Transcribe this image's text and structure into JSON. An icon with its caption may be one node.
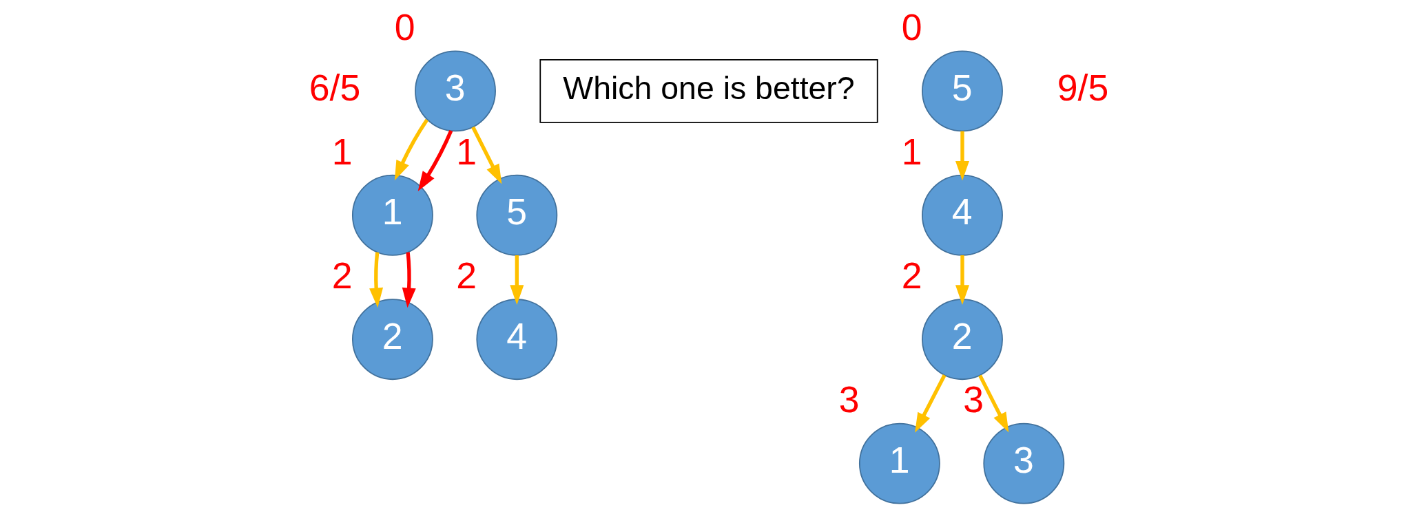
{
  "diagram": {
    "nodes": [
      {
        "text": [
          "3"
        ],
        "beside": [
          "0"
        ]
      },
      {
        "text": [
          "1"
        ],
        "beside": [
          "1"
        ]
      },
      {
        "text": [
          "5"
        ],
        "beside": [
          "1"
        ]
      },
      {
        "text": [
          "2"
        ],
        "beside": [
          "2"
        ]
      },
      {
        "text": [
          "4"
        ],
        "beside": [
          "2"
        ]
      },
      {
        "text": [
          "Which one is better?"
        ]
      },
      {
        "text": [
          "5"
        ],
        "beside": [
          "0"
        ]
      },
      {
        "text": [
          "4"
        ],
        "beside": [
          "1"
        ]
      },
      {
        "text": [
          "2"
        ],
        "beside": [
          "2"
        ]
      },
      {
        "text": [
          "1"
        ],
        "beside": [
          "3"
        ]
      },
      {
        "text": [
          "3"
        ],
        "beside": [
          "3"
        ]
      }
    ],
    "edges": [
      {
        "from": 0,
        "to": 1,
        "arrow": "to"
      },
      {
        "from": 0,
        "to": 2,
        "arrow": "to"
      },
      {
        "from": 1,
        "to": 3,
        "arrow": "to"
      },
      {
        "from": 2,
        "to": 4,
        "arrow": "to"
      },
      {
        "from": 6,
        "to": 7,
        "arrow": "to"
      },
      {
        "from": 7,
        "to": 8,
        "arrow": "to"
      },
      {
        "from": 8,
        "to": 9,
        "arrow": "to"
      },
      {
        "from": 8,
        "to": 10,
        "arrow": "to"
      },
      {
        "from": 0,
        "to": 1,
        "arrow": "to",
        "color": "#ff0000"
      },
      {
        "from": 1,
        "to": 3,
        "arrow": "to",
        "color": "#ff0000"
      }
    ],
    "labels": [
      "6/5",
      "9/5"
    ]
  }
}
